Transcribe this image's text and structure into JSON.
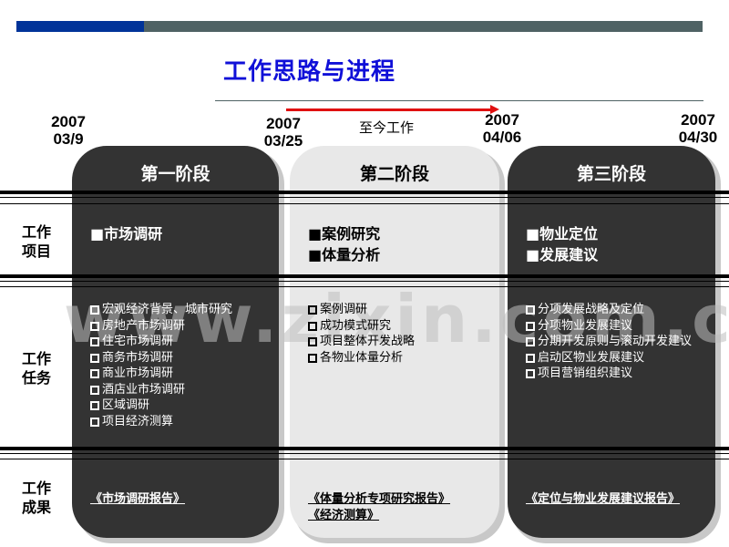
{
  "slide": {
    "title": "工作思路与进程",
    "colors": {
      "accent_blue": "#003399",
      "bar_grey": "#4f6264",
      "title_blue": "#1010d8",
      "arrow_red": "#e01010",
      "dark_card": "#333333",
      "light_card": "#e8e8e8"
    }
  },
  "timeline": {
    "now_label": "至今工作",
    "dates": [
      {
        "year": "2007",
        "day": "03/9"
      },
      {
        "year": "2007",
        "day": "03/25"
      },
      {
        "year": "2007",
        "day": "04/06"
      },
      {
        "year": "2007",
        "day": "04/30"
      }
    ]
  },
  "rows": {
    "items_label": [
      "工作",
      "项目"
    ],
    "tasks_label": [
      "工作",
      "任务"
    ],
    "outcomes_label": [
      "工作",
      "成果"
    ]
  },
  "phases": [
    {
      "title": "第一阶段",
      "items": [
        "■市场调研"
      ],
      "tasks": [
        "宏观经济背景、城市研究",
        "房地产市场调研",
        "住宅市场调研",
        "商务市场调研",
        "商业市场调研",
        "酒店业市场调研",
        "区域调研",
        "项目经济测算"
      ],
      "outcomes": [
        "《市场调研报告》"
      ]
    },
    {
      "title": "第二阶段",
      "items": [
        "■案例研究",
        "■体量分析"
      ],
      "tasks": [
        "案例调研",
        "成功模式研究",
        "项目整体开发战略",
        "各物业体量分析"
      ],
      "outcomes": [
        "《体量分析专项研究报告》",
        "《经济测算》"
      ]
    },
    {
      "title": "第三阶段",
      "items": [
        "■物业定位",
        "■发展建议"
      ],
      "tasks": [
        "分项发展战略及定位",
        "分项物业发展建议",
        "分期开发原则与滚动开发建议",
        "启动区物业发展建议",
        "项目营销组织建议"
      ],
      "outcomes": [
        "《定位与物业发展建议报告》"
      ]
    }
  ],
  "watermark": "www.zixin.com.cn"
}
